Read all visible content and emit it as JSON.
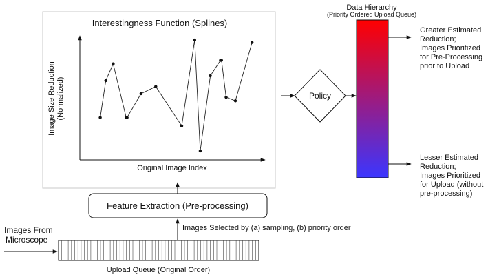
{
  "chart_panel": {
    "title": "Interestingness Function (Splines)",
    "ylabel_line1": "Image Size Reduction",
    "ylabel_line2": "(Normalized)",
    "xlabel": "Original Image Index"
  },
  "chart_data": {
    "type": "line",
    "title": "Interestingness Function (Splines)",
    "xlabel": "Original Image Index",
    "ylabel": "Image Size Reduction (Normalized)",
    "xlim": [
      0,
      1
    ],
    "ylim": [
      0,
      1
    ],
    "grid": false,
    "x": [
      0.11,
      0.14,
      0.18,
      0.25,
      0.255,
      0.33,
      0.41,
      0.55,
      0.62,
      0.65,
      0.705,
      0.76,
      0.765,
      0.79,
      0.84,
      0.93
    ],
    "y": [
      0.28,
      0.59,
      0.73,
      0.28,
      0.28,
      0.48,
      0.54,
      0.21,
      0.93,
      0.0,
      0.63,
      0.76,
      0.76,
      0.45,
      0.42,
      0.91
    ]
  },
  "feature_box": {
    "label": "Feature Extraction (Pre-processing)"
  },
  "selection_note": "Images Selected by (a) sampling, (b) priority order",
  "input": {
    "line1": "Images From",
    "line2": "Microscope"
  },
  "queue": {
    "label": "Upload Queue (Original Order)",
    "slots": 62
  },
  "policy": {
    "label": "Policy"
  },
  "hierarchy": {
    "title": "Data Hierarchy",
    "subtitle": "(Priority Ordered Upload Queue)",
    "color_top": "#ff0000",
    "color_bottom": "#3b36ff"
  },
  "greater_note": [
    "Greater Estimated",
    "Reduction;",
    "Images Prioritized",
    "for Pre-Processing",
    "prior to Upload"
  ],
  "lesser_note": [
    "Lesser Estimated",
    "Reduction;",
    "Images Prioritized",
    "for Upload (without",
    "pre-processing)"
  ]
}
